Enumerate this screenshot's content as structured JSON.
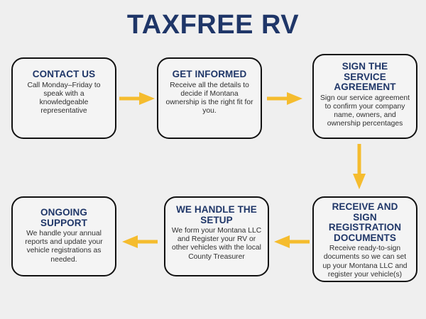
{
  "page": {
    "title": "TAXFREE RV",
    "background_color": "#efefef",
    "accent_navy": "#1f3668",
    "accent_yellow": "#f5bc2e",
    "box_border_color": "#111111",
    "box_fill_color": "#f4f4f4",
    "body_text_color": "#2f2f2f"
  },
  "steps": [
    {
      "id": "contact-us",
      "order": 1,
      "heading": "CONTACT US",
      "body": "Call Monday–Friday to speak with a knowledgeable representative"
    },
    {
      "id": "get-informed",
      "order": 2,
      "heading": "GET INFORMED",
      "body": "Receive all the details to decide if Montana ownership is the right fit for you."
    },
    {
      "id": "sign-the-service-agreement",
      "order": 3,
      "heading": "SIGN THE SERVICE AGREEMENT",
      "body": "Sign our service agreement to confirm your company name, owners, and ownership percentages"
    },
    {
      "id": "receive-and-sign-registration-documents",
      "order": 4,
      "heading": "RECEIVE AND SIGN REGISTRATION DOCUMENTS",
      "body": "Receive ready-to-sign documents so we can set up your Montana LLC and register your vehicle(s)"
    },
    {
      "id": "we-handle-the-setup",
      "order": 5,
      "heading": "WE HANDLE THE SETUP",
      "body": "We form your Montana LLC and Register your RV or other vehicles with the local County Treasurer"
    },
    {
      "id": "ongoing-support",
      "order": 6,
      "heading": "ONGOING SUPPORT",
      "body": "We handle your annual reports and update your vehicle registrations as needed."
    }
  ],
  "connectors": [
    {
      "id": "arrow-1",
      "direction": "right",
      "from": "contact-us",
      "to": "get-informed"
    },
    {
      "id": "arrow-2",
      "direction": "right",
      "from": "get-informed",
      "to": "sign-the-service-agreement"
    },
    {
      "id": "arrow-3",
      "direction": "down",
      "from": "sign-the-service-agreement",
      "to": "receive-and-sign-registration-documents"
    },
    {
      "id": "arrow-4",
      "direction": "left",
      "from": "receive-and-sign-registration-documents",
      "to": "we-handle-the-setup"
    },
    {
      "id": "arrow-5",
      "direction": "left",
      "from": "we-handle-the-setup",
      "to": "ongoing-support"
    }
  ]
}
